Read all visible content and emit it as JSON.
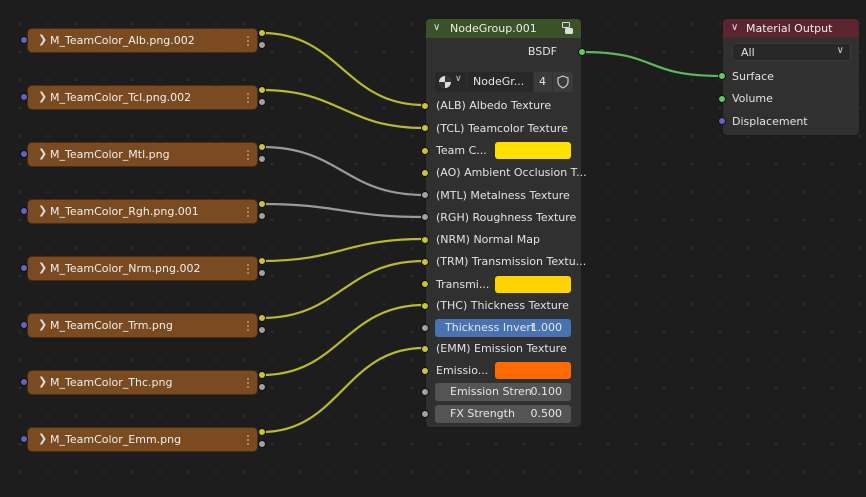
{
  "image_nodes": [
    {
      "label": "M_TeamColor_Alb.png.002"
    },
    {
      "label": "M_TeamColor_Tcl.png.002"
    },
    {
      "label": "M_TeamColor_Mtl.png"
    },
    {
      "label": "M_TeamColor_Rgh.png.001"
    },
    {
      "label": "M_TeamColor_Nrm.png.002"
    },
    {
      "label": "M_TeamColor_Trm.png"
    },
    {
      "label": "M_TeamColor_Thc.png"
    },
    {
      "label": "M_TeamColor_Emm.png"
    }
  ],
  "node_group": {
    "title": "NodeGroup.001",
    "output_label": "BSDF",
    "datablock_name": "NodeGr...",
    "user_count": "4",
    "inputs": {
      "albedo": "(ALB) Albedo Texture",
      "teamcolor": "(TCL) Teamcolor Texture",
      "team_color": "Team C...",
      "ambient_occlusion": "(AO) Ambient Occlusion T...",
      "metalness": "(MTL) Metalness Texture",
      "roughness": "(RGH) Roughness Texture",
      "normal": "(NRM) Normal Map",
      "transmission_tex": "(TRM) Transmission Textu...",
      "transmission": "Transmi...",
      "thickness_tex": "(THC) Thickness Texture",
      "emission_tex": "(EMM) Emission Texture",
      "emission": "Emissio..."
    },
    "fields": {
      "thickness_invert": {
        "name": "Thickness Invert",
        "value": "1.000"
      },
      "emission_strength": {
        "name": "Emission Stren",
        "value": "0.100"
      },
      "fx_strength": {
        "name": "FX Strength",
        "value": "0.500"
      }
    },
    "colors": {
      "team_color": "#ffe000",
      "transmission": "#ffd200",
      "emission": "#ff6a00"
    }
  },
  "material_output": {
    "title": "Material Output",
    "target": "All",
    "inputs": {
      "surface": "Surface",
      "volume": "Volume",
      "displacement": "Displacement"
    }
  }
}
